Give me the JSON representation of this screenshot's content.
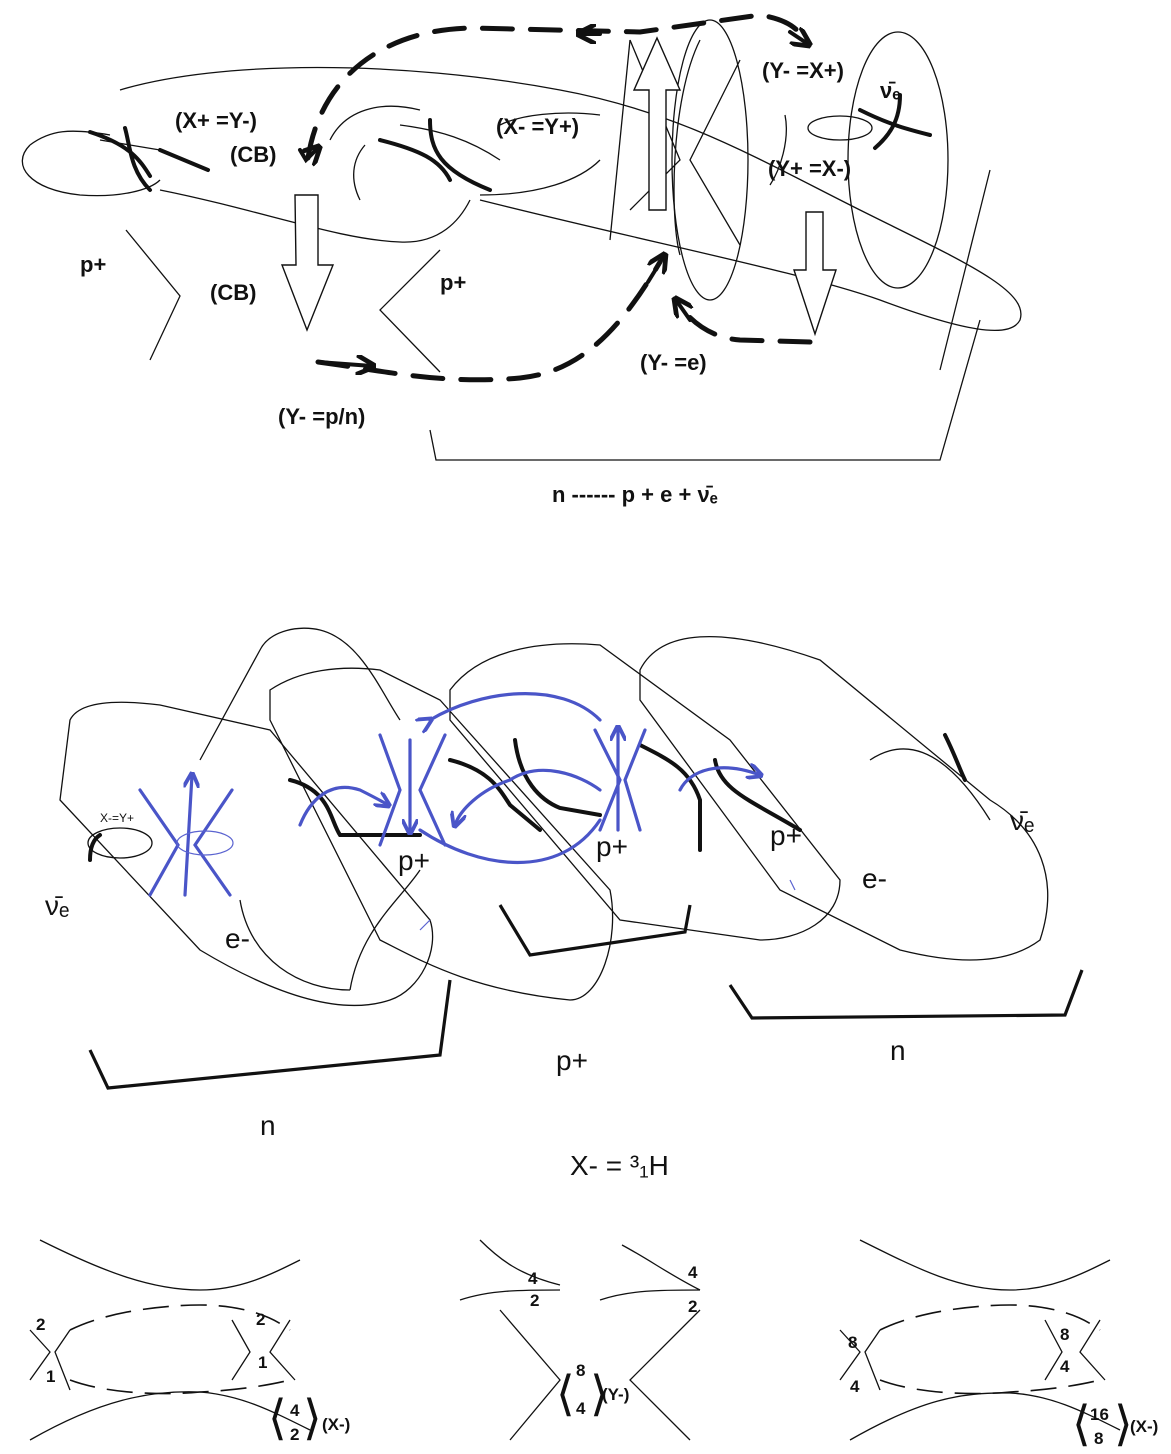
{
  "top": {
    "p_left": "p+",
    "p_mid": "p+",
    "x_plus_y_minus": "(X+ =Y-)",
    "cb_upper": "(CB)",
    "cb_lower": "(CB)",
    "x_minus_y_plus": "(X- =Y+)",
    "y_minus_x_plus": "(Y- =X+)",
    "y_plus_x_minus": "(Y+ =X-)",
    "y_minus_pn": "(Y- =p/n)",
    "y_minus_e": "(Y- =e)",
    "neutrino_top": "ν̄ₑ",
    "decay_equation": "n ------ p + e  + ν̄ₑ"
  },
  "middle": {
    "x_minus_y_plus": "X-=Y+",
    "neutrino_left": "ν̄ₑ",
    "neutrino_right": "ν̄ₑ",
    "e_left": "e-",
    "e_right": "e-",
    "p1": "p+",
    "p2": "p+",
    "p3": "p+",
    "p_bottom": "p+",
    "n_left": "n",
    "n_right": "n",
    "tritium": "X- = ³₁H"
  },
  "bottom": {
    "left": {
      "num_tl": "2",
      "num_bl": "1",
      "num_tr": "2",
      "num_br": "1",
      "paren_top": "4",
      "paren_bot": "2",
      "paren_label": "(X-)"
    },
    "center": {
      "num_tl_top": "4",
      "num_tl_bot": "2",
      "num_tr_top": "4",
      "num_tr_bot": "2",
      "paren_top": "8",
      "paren_bot": "4",
      "paren_label": "(Y-)"
    },
    "right": {
      "num_tl": "8",
      "num_bl": "4",
      "num_tr": "8",
      "num_br": "4",
      "paren_top": "16",
      "paren_bot": "8",
      "paren_label": "(X-)"
    }
  }
}
